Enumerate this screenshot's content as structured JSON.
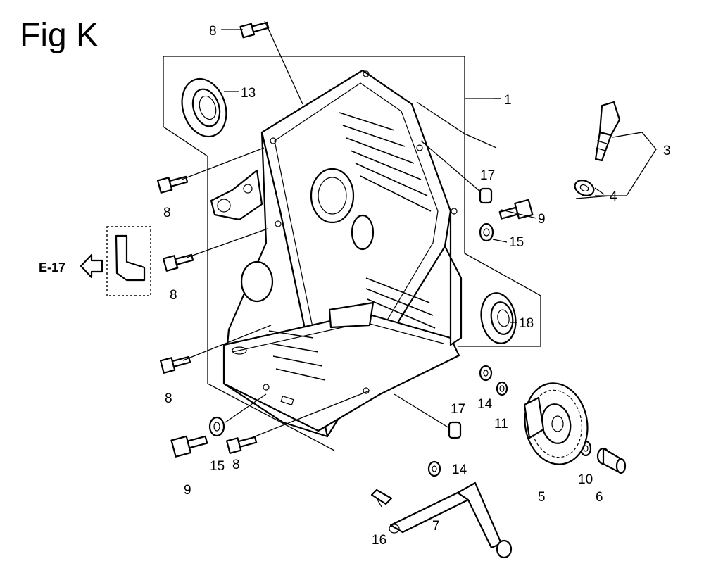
{
  "figure": {
    "title": "Fig K"
  },
  "reference": {
    "label": "E-17"
  },
  "callouts": [
    "1",
    "3",
    "4",
    "5",
    "6",
    "7",
    "8",
    "9",
    "10",
    "11",
    "13",
    "14",
    "15",
    "16",
    "17",
    "18"
  ]
}
